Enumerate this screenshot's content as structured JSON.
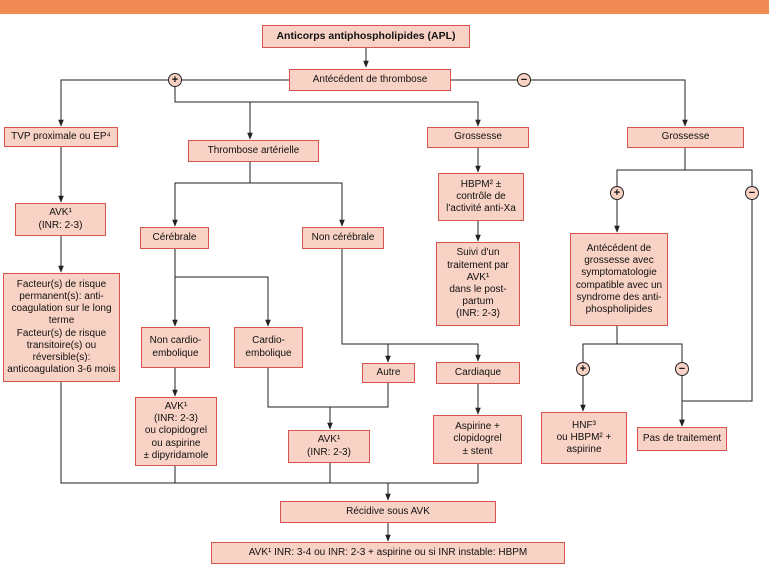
{
  "nodes": {
    "apl": "Anticorps antiphospholipides (APL)",
    "antecedent": "Antécédent de thrombose",
    "tvp": "TVP proximale ou EP⁴",
    "thrombose_arterielle": "Thrombose artérielle",
    "grossesse_plus": "Grossesse",
    "grossesse_minus": "Grossesse",
    "avk_tvp": "AVK¹\n(INR: 2-3)",
    "hbpm_controle": "HBPM² ±\ncontrôle de\nl'activité anti-Xa",
    "cerebrale": "Cérébrale",
    "non_cerebrale": "Non cérébrale",
    "suivi_avk": "Suivi d'un\ntraitement par\nAVK¹\ndans le post-\npartum\n(INR: 2-3)",
    "antecedent_grossesse": "Antécédent de\ngrossesse avec\nsymptomatologie\ncompatible avec un\nsyndrome des anti-\nphospholipides",
    "facteurs_risque": "Facteur(s) de risque\npermanent(s): anti-\ncoagulation sur le long\nterme\nFacteur(s) de risque\ntransitoire(s) ou\nréversible(s):\nanticoagulation 3-6 mois",
    "non_cardio": "Non cardio-\nembolique",
    "cardio_embolique": "Cardio-\nembolique",
    "autre": "Autre",
    "cardiaque": "Cardiaque",
    "avk_clopidogrel": "AVK¹\n(INR: 2-3)\nou clopidogrel\nou aspirine\n± dipyridamole",
    "avk_central": "AVK¹\n(INR: 2-3)",
    "aspirine_clopidogrel": "Aspirine +\nclopidogrel\n± stent",
    "hnf": "HNF³\nou HBPM² +\naspirine",
    "pas_traitement": "Pas de traitement",
    "recidive": "Récidive sous AVK",
    "final": "AVK¹ INR: 3-4 ou INR: 2-3 + aspirine ou si INR instable: HBPM"
  },
  "signs": {
    "plus": "+",
    "minus": "−"
  },
  "colors": {
    "box_fill": "#f8d2c4",
    "box_border": "#d9534f",
    "top_bar": "#f08a55",
    "line": "#222222"
  }
}
